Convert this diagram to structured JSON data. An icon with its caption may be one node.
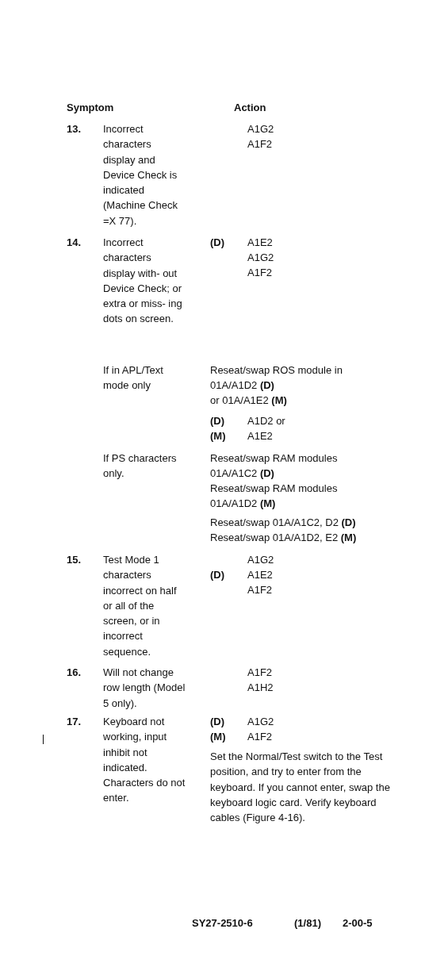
{
  "diagram": {
    "labels": [
      "Symptom",
      "Action",
      "13.",
      "Incorrect characters display and Device Check is indicated (Machine Check =X 77).",
      "A1G2",
      "A1F2",
      "14.",
      "Incorrect characters display with- out Device Check; or extra or miss- ing dots on screen.",
      "(D)",
      "A1E2",
      "A1G2",
      "A1F2",
      "If in APL/Text mode only",
      "Reseat/swap ROS module in 01A/A1D2 **(D)**",
      "or 01A/A1E2 **(M)**",
      "(D)",
      "A1D2 or",
      "(M)",
      "A1E2",
      "If PS characters only.",
      "Reseat/swap RAM modules 01A/A1C2 **(D)**",
      "Reseat/swap RAM modules 01A/A1D2 **(M)**",
      "Reseat/swap 01A/A1C2, D2 **(D)**",
      "Reseat/swap 01A/A1D2, E2 **(M)**",
      "15.",
      "Test Mode 1 characters incorrect on half or all of the screen, or in incorrect sequence.",
      "A1G2",
      "(D)",
      "A1E2",
      "A1F2",
      "16.",
      "Will not change row length (Model 5 only).",
      "A1F2",
      "A1H2",
      "17.",
      "Keyboard not working, input inhibit not indicated. Characters do not enter.",
      "(D)",
      "A1G2",
      "(M)",
      "A1F2",
      "Set the Normal/Test switch to the Test position, and try to enter from the keyboard.  If you cannot enter, swap the keyboard logic card.  Verify keyboard cables (Figure 4-16).",
      "SY27-2510-6",
      "(1/81)",
      "2-00-5"
    ]
  }
}
